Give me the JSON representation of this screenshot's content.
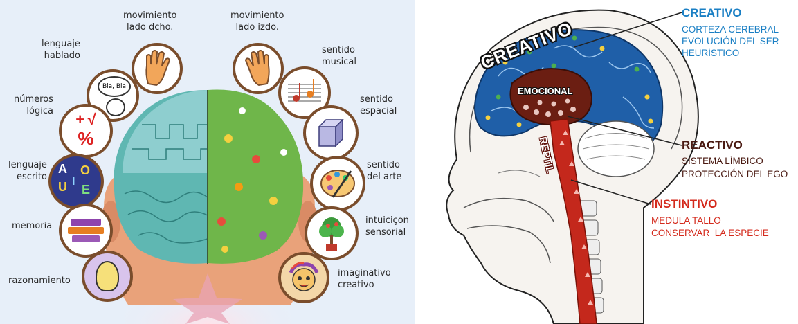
{
  "left_diagram": {
    "labels": {
      "movimiento_dcho": "movimiento\nlado dcho.",
      "movimiento_izdo": "movimiento\nlado izdo.",
      "lenguaje_hablado": "lenguaje\nhablado",
      "sentido_musical": "sentido\nmusical",
      "numeros_logica": "números\nlógica",
      "sentido_espacial": "sentido\nespacial",
      "lenguaje_escrito": "lenguaje\nescrito",
      "sentido_arte": "sentido\ndel arte",
      "memoria": "memoria",
      "intuicion_sensorial": "intuiciçon\nsensorial",
      "razonamiento": "razonamiento",
      "imaginativo_creativo": "imaginativo\ncreativo"
    },
    "bubble_text": "Bla, Bla",
    "math_symbols": [
      "+",
      "√",
      "%"
    ],
    "vowels": [
      "A",
      "O",
      "U",
      "I",
      "E"
    ]
  },
  "right_diagram": {
    "brain_labels": {
      "creativo": "CREATIVO",
      "emocional": "EMOCIONAL",
      "reptil": "REPTIL"
    },
    "legend": [
      {
        "title": "CREATIVO",
        "lines": [
          "CORTEZA CEREBRAL",
          "EVOLUCIÓN DEL SER",
          "HEURÍSTICO"
        ],
        "color": "#1a7fc4"
      },
      {
        "title": "REACTIVO",
        "lines": [
          "SISTEMA LÍMBICO",
          "PROTECCIÓN DEL EGO"
        ],
        "color": "#4a1a12"
      },
      {
        "title": "INSTINTIVO",
        "lines": [
          "MEDULA TALLO",
          "CONSERVAR  LA ESPECIE"
        ],
        "color": "#d42a1c"
      }
    ]
  }
}
